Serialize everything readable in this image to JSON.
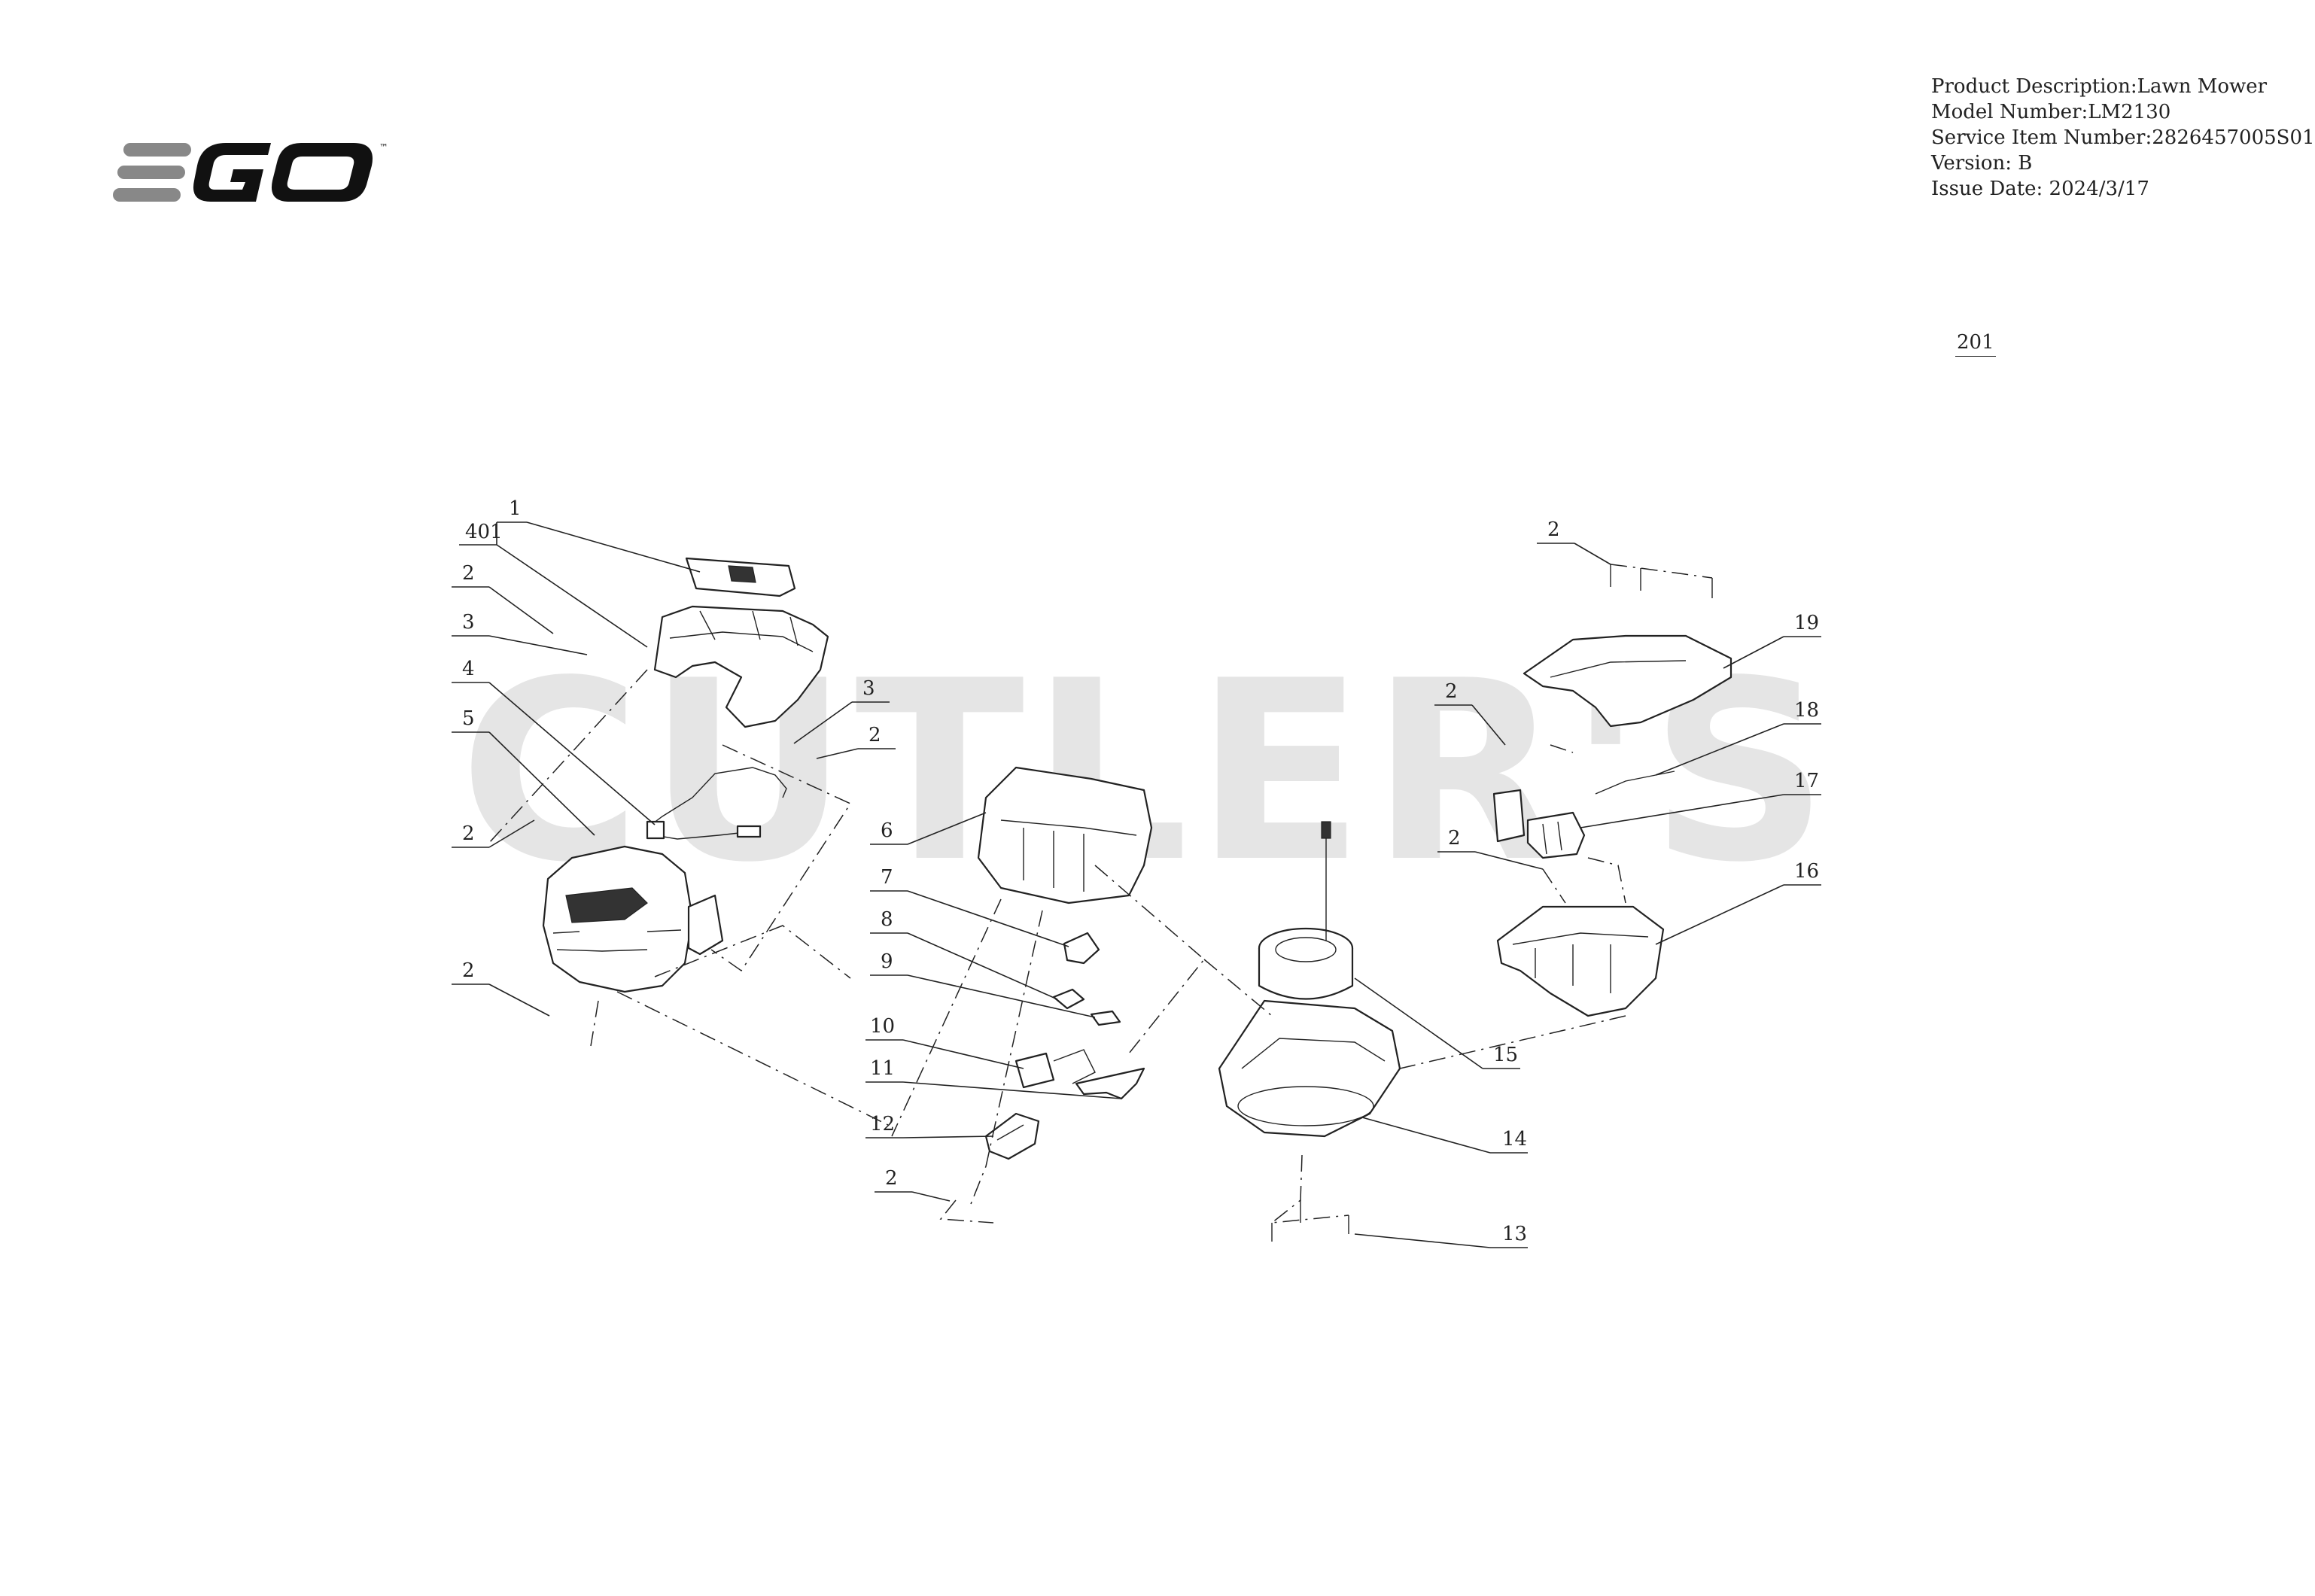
{
  "brand": {
    "logo_text": "EGO",
    "trademark": "™"
  },
  "header": {
    "product_description": "Product Description:Lawn Mower",
    "model_number": "Model Number:LM2130",
    "service_item_number": "Service Item Number:2826457005S01",
    "version": "Version: B",
    "issue_date": "Issue Date:  2024/3/17"
  },
  "page_number": "201",
  "watermark": "CUTLER'S",
  "callouts": {
    "c1": "1",
    "c401": "401",
    "c2a": "2",
    "c3a": "3",
    "c4": "4",
    "c5": "5",
    "c2b": "2",
    "c2c": "2",
    "c3b": "3",
    "c2d": "2",
    "c6": "6",
    "c7": "7",
    "c8": "8",
    "c9": "9",
    "c10": "10",
    "c11": "11",
    "c12": "12",
    "c2e": "2",
    "c13": "13",
    "c14": "14",
    "c15": "15",
    "c2f": "2",
    "c19": "19",
    "c2g": "2",
    "c18": "18",
    "c17": "17",
    "c2h": "2",
    "c16": "16"
  }
}
